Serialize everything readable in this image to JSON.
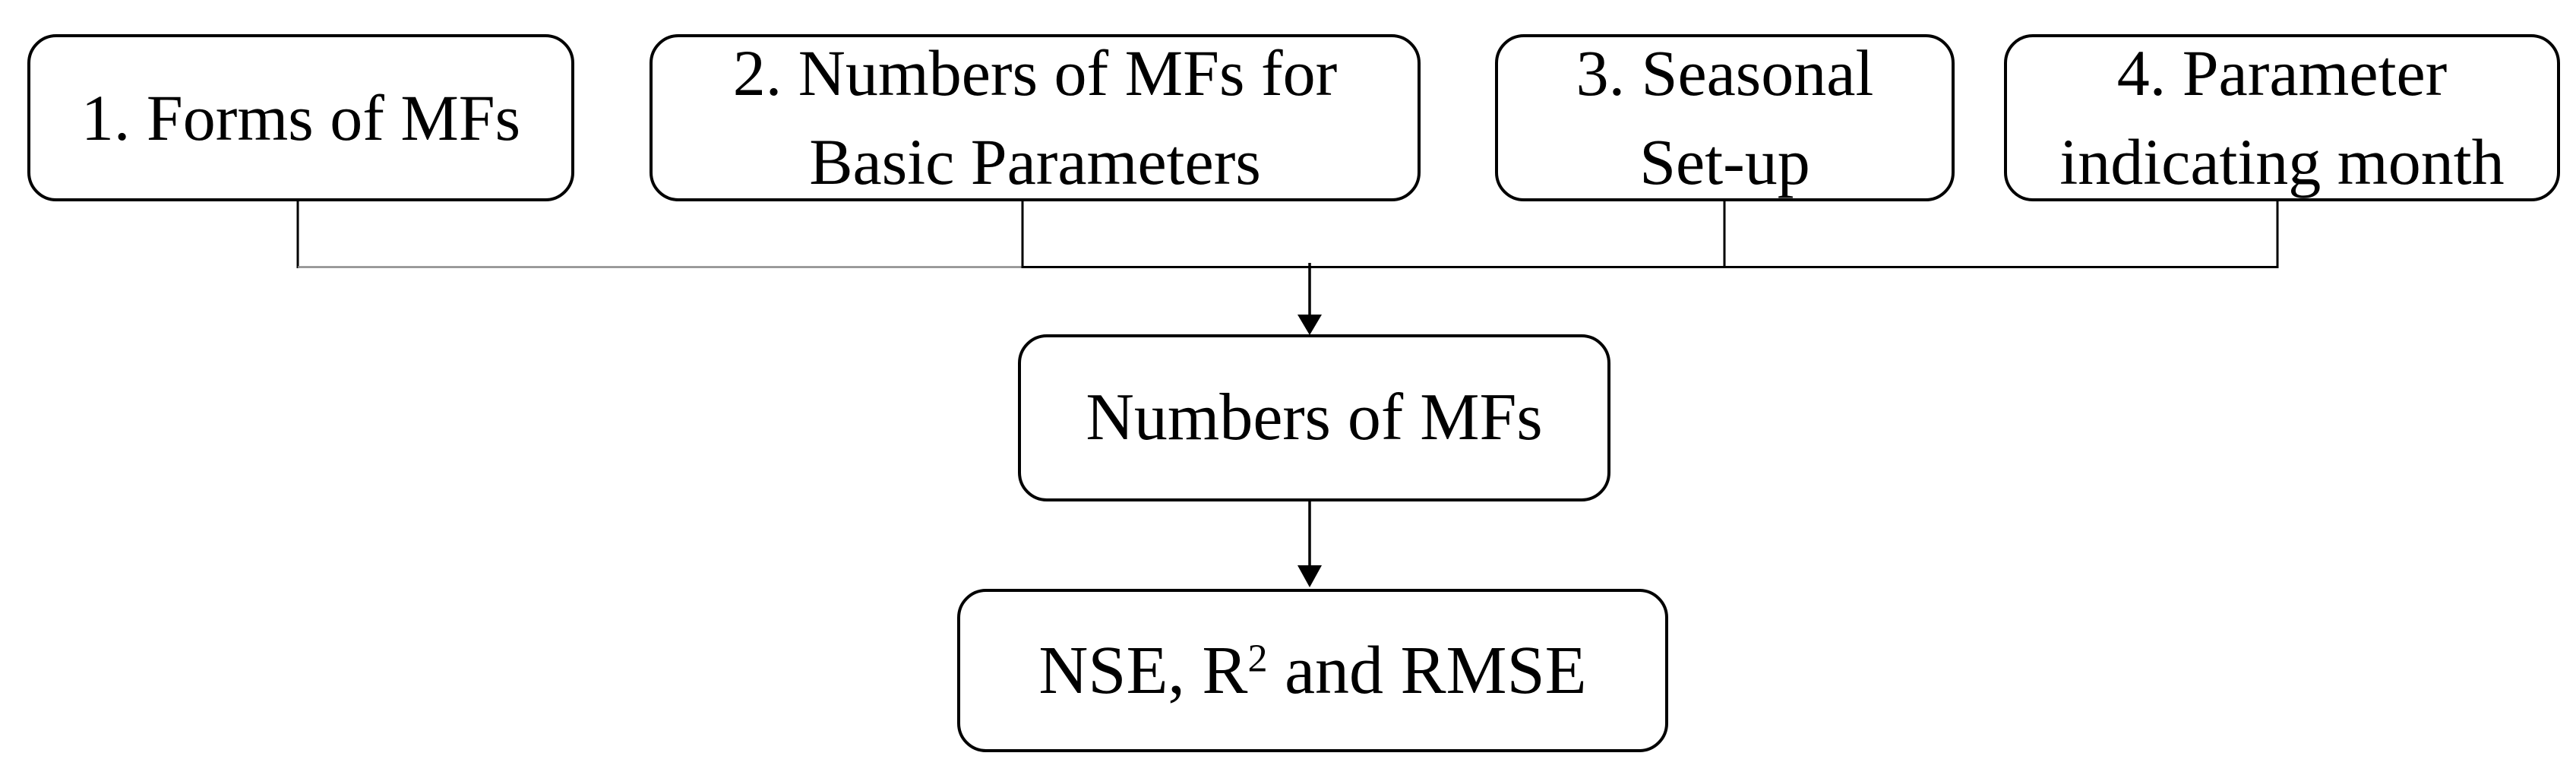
{
  "figure": {
    "type": "flowchart",
    "top_row": [
      {
        "lines": [
          "1. Forms of MFs"
        ]
      },
      {
        "lines": [
          "2. Numbers of MFs for",
          "Basic Parameters"
        ]
      },
      {
        "lines": [
          "3. Seasonal",
          "Set-up"
        ]
      },
      {
        "lines": [
          "4. Parameter",
          "indicating month"
        ]
      }
    ],
    "middle_node": {
      "lines": [
        "Numbers of MFs"
      ]
    },
    "bottom_node": {
      "text_before_sup": "NSE, R",
      "sup": "2",
      "text_after_sup": " and RMSE"
    },
    "colors": {
      "line": "#000000",
      "light_line": "#8a8a8a",
      "box_border": "#000000",
      "text": "#000000",
      "background": "#ffffff"
    }
  }
}
